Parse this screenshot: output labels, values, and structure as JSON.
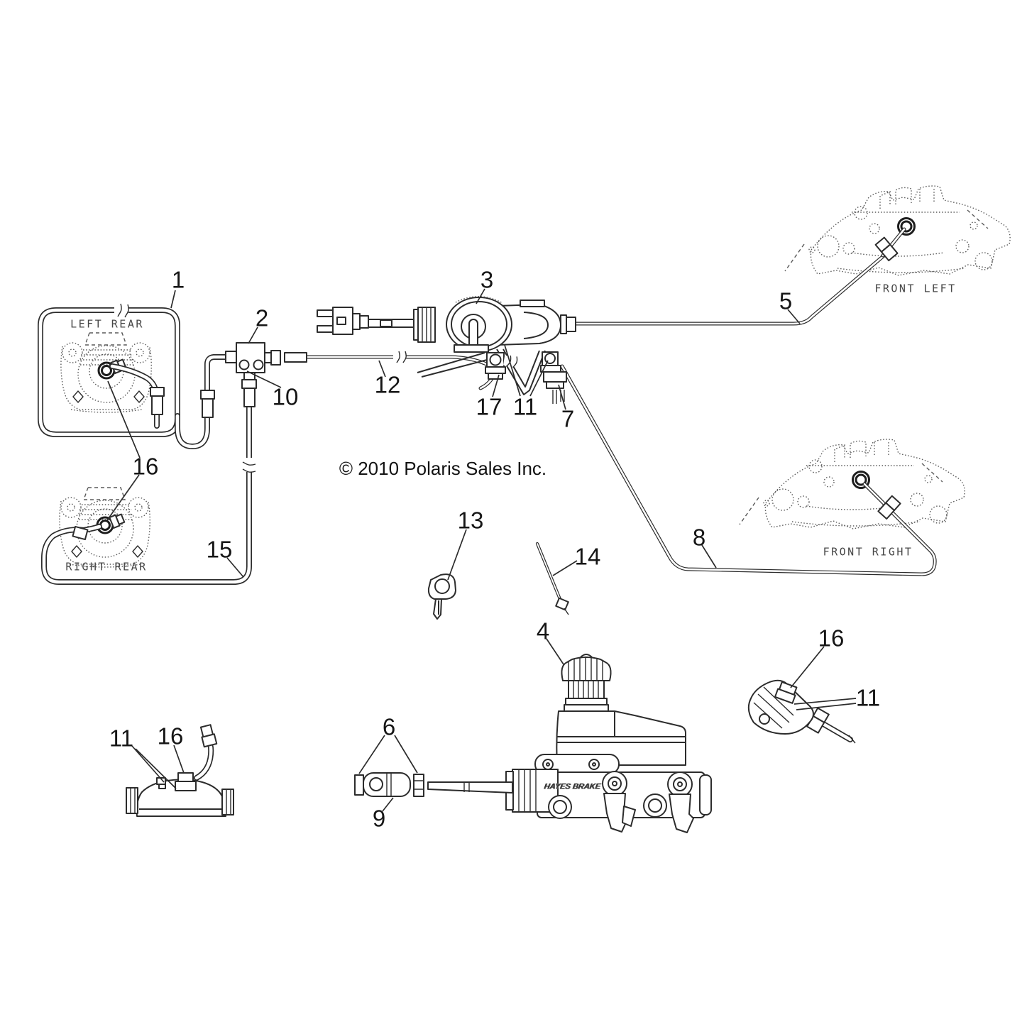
{
  "diagram": {
    "copyright": "© 2010 Polaris Sales Inc.",
    "brand_text": "HAYES BRAKE",
    "location_labels": {
      "left_rear": "LEFT REAR",
      "right_rear": "RIGHT REAR",
      "front_left": "FRONT LEFT",
      "front_right": "FRONT RIGHT"
    },
    "callouts": [
      "1",
      "2",
      "3",
      "10",
      "12",
      "17",
      "11",
      "7",
      "5",
      "8",
      "16",
      "15",
      "13",
      "14",
      "4",
      "6",
      "9",
      "11",
      "16",
      "16",
      "11"
    ]
  }
}
